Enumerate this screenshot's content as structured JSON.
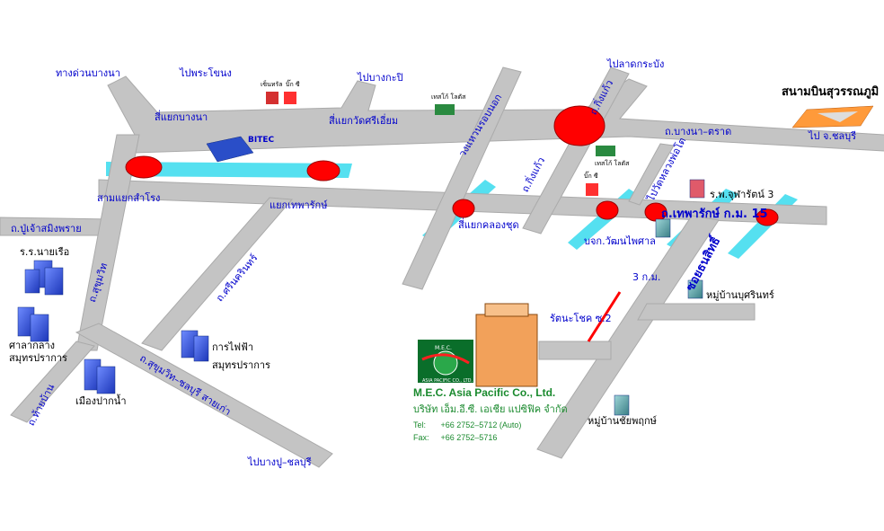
{
  "colors": {
    "road": "#c4c4c4",
    "road_edge": "#a9a9a9",
    "canal": "#55e0f0",
    "junction": "#ff0000",
    "label": "#0000cc",
    "company_text": "#1a8a2e",
    "route_line": "#ff0000"
  },
  "labels": {
    "expressway_bangna": "ทางด่วนบางนา",
    "to_phra_khanong": "ไปพระโขนง",
    "to_bang_kapi": "ไปบางกะปิ",
    "to_lat_krabang": "ไปลาดกระบัง",
    "suvarnabhumi": "สนามบินสุวรรณภูมิ",
    "to_chonburi": "ไป จ.ชลบุรี",
    "bangna_trad": "ถ.บางนา–ตราด",
    "bangna_junction": "สี่แยกบางนา",
    "srieam_junction": "สี่แยกวัดศรีเอี่ยม",
    "ring_road": "วงแหวนรอบนอก",
    "king_kaeo_top": "ถ.กิ่งแก้ว",
    "king_kaeo_mid": "ถ.กิ่งแก้ว",
    "to_lat_krabang_road": "ไปวัดหลวงพ่อโต",
    "samyaek_samrong": "สามแยกสำโรง",
    "thepharak_junction": "แยกเทพารักษ์",
    "khlong_chut": "สี่แยกคลองชุด",
    "thepharak_road": "ถ.เทพารักษ์ ก.ม. 15",
    "chulalongkorn3": "ร.พ.จุฬารัตน์ 3",
    "wattana_paisan": "บจก.วัฒนไพศาล",
    "pu_chao": "ถ.ปู่เจ้าสมิงพราย",
    "navy_hospital": "ร.ร.นายเรือ",
    "sukhumvit": "ถ.สุขุมวิท",
    "srinakarin": "ถ.ศรีนครินทร์",
    "sala_klang_1": "ศาลากลาง",
    "sala_klang_2": "สมุทรปราการ",
    "electric_1": "การไฟฟ้า",
    "electric_2": "สมุทรปราการ",
    "muang_pak_nam": "เมืองปากน้ำ",
    "tai_ban": "ถ.ท้ายบ้าน",
    "sukhumvit_old": "ถ.สุขุมวิท–ชลบุรี สายเก่า",
    "to_bang_pu": "ไปบางปู–ชลบุรี",
    "soi_thanasit": "ซอยธนสิทธิ์",
    "three_km": "3 ก.ม.",
    "ratana_chot": "รัตนะโชค ซ.2",
    "mooban_sirin": "หมู่บ้านบุศรินทร์",
    "mooban_chaiyaphruk": "หมู่บ้านชัยพฤกษ์",
    "central_brand": "เซ็นทรัล",
    "bigc_brand_top": "บิ๊ก ซี",
    "bigc_brand_mid": "บิ๊ก ซี",
    "tesco_top": "เทสโก้ โลตัส",
    "tesco_mid": "เทสโก้ โลตัส",
    "bitec": "BITEC"
  },
  "logo": {
    "top": "M.E.C.",
    "bottom": "ASIA PACIFIC CO., LTD."
  },
  "company": {
    "name": "M.E.C. Asia Pacific Co., Ltd.",
    "name_th": "บริษัท เอ็ม.อี.ซี. เอเชีย แปซิฟิค จำกัด",
    "tel_label": "Tel:",
    "tel_value": "+66 2752–5712 (Auto)",
    "fax_label": "Fax:",
    "fax_value": "+66 2752–5716"
  }
}
